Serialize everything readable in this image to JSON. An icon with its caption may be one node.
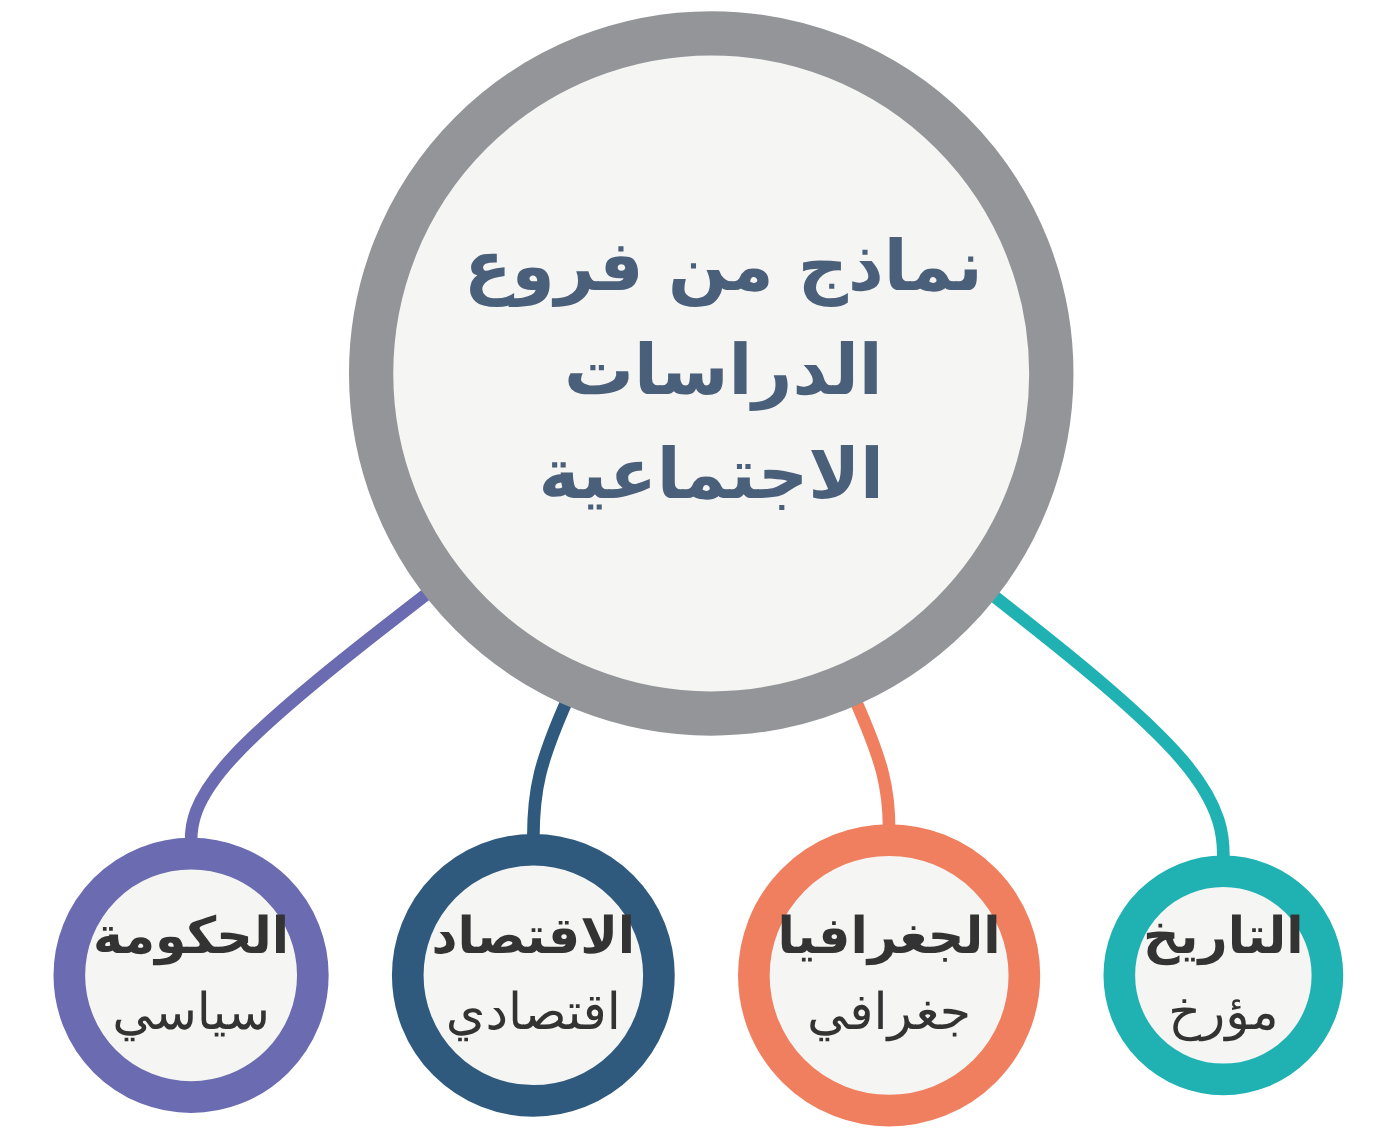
{
  "diagram": {
    "nodes": [
      {
        "text": [
          "نماذج من فروع الدراسات الاجتماعية"
        ]
      },
      {
        "text": [
          "الحكومة",
          "سياسي"
        ]
      },
      {
        "text": [
          "الاقتصاد",
          "اقتصادي"
        ]
      },
      {
        "text": [
          "الجغرافيا",
          "جغرافي"
        ]
      },
      {
        "text": [
          "التاريخ",
          "مؤرخ"
        ]
      }
    ],
    "edges": [
      {
        "from": 0,
        "to": 1,
        "arrow": "none",
        "color": "#6a6bb0"
      },
      {
        "from": 0,
        "to": 2,
        "arrow": "none",
        "color": "#2f5a7e"
      },
      {
        "from": 0,
        "to": 3,
        "arrow": "none",
        "color": "#f07f5f"
      },
      {
        "from": 0,
        "to": 4,
        "arrow": "none",
        "color": "#20b2b3"
      }
    ]
  }
}
